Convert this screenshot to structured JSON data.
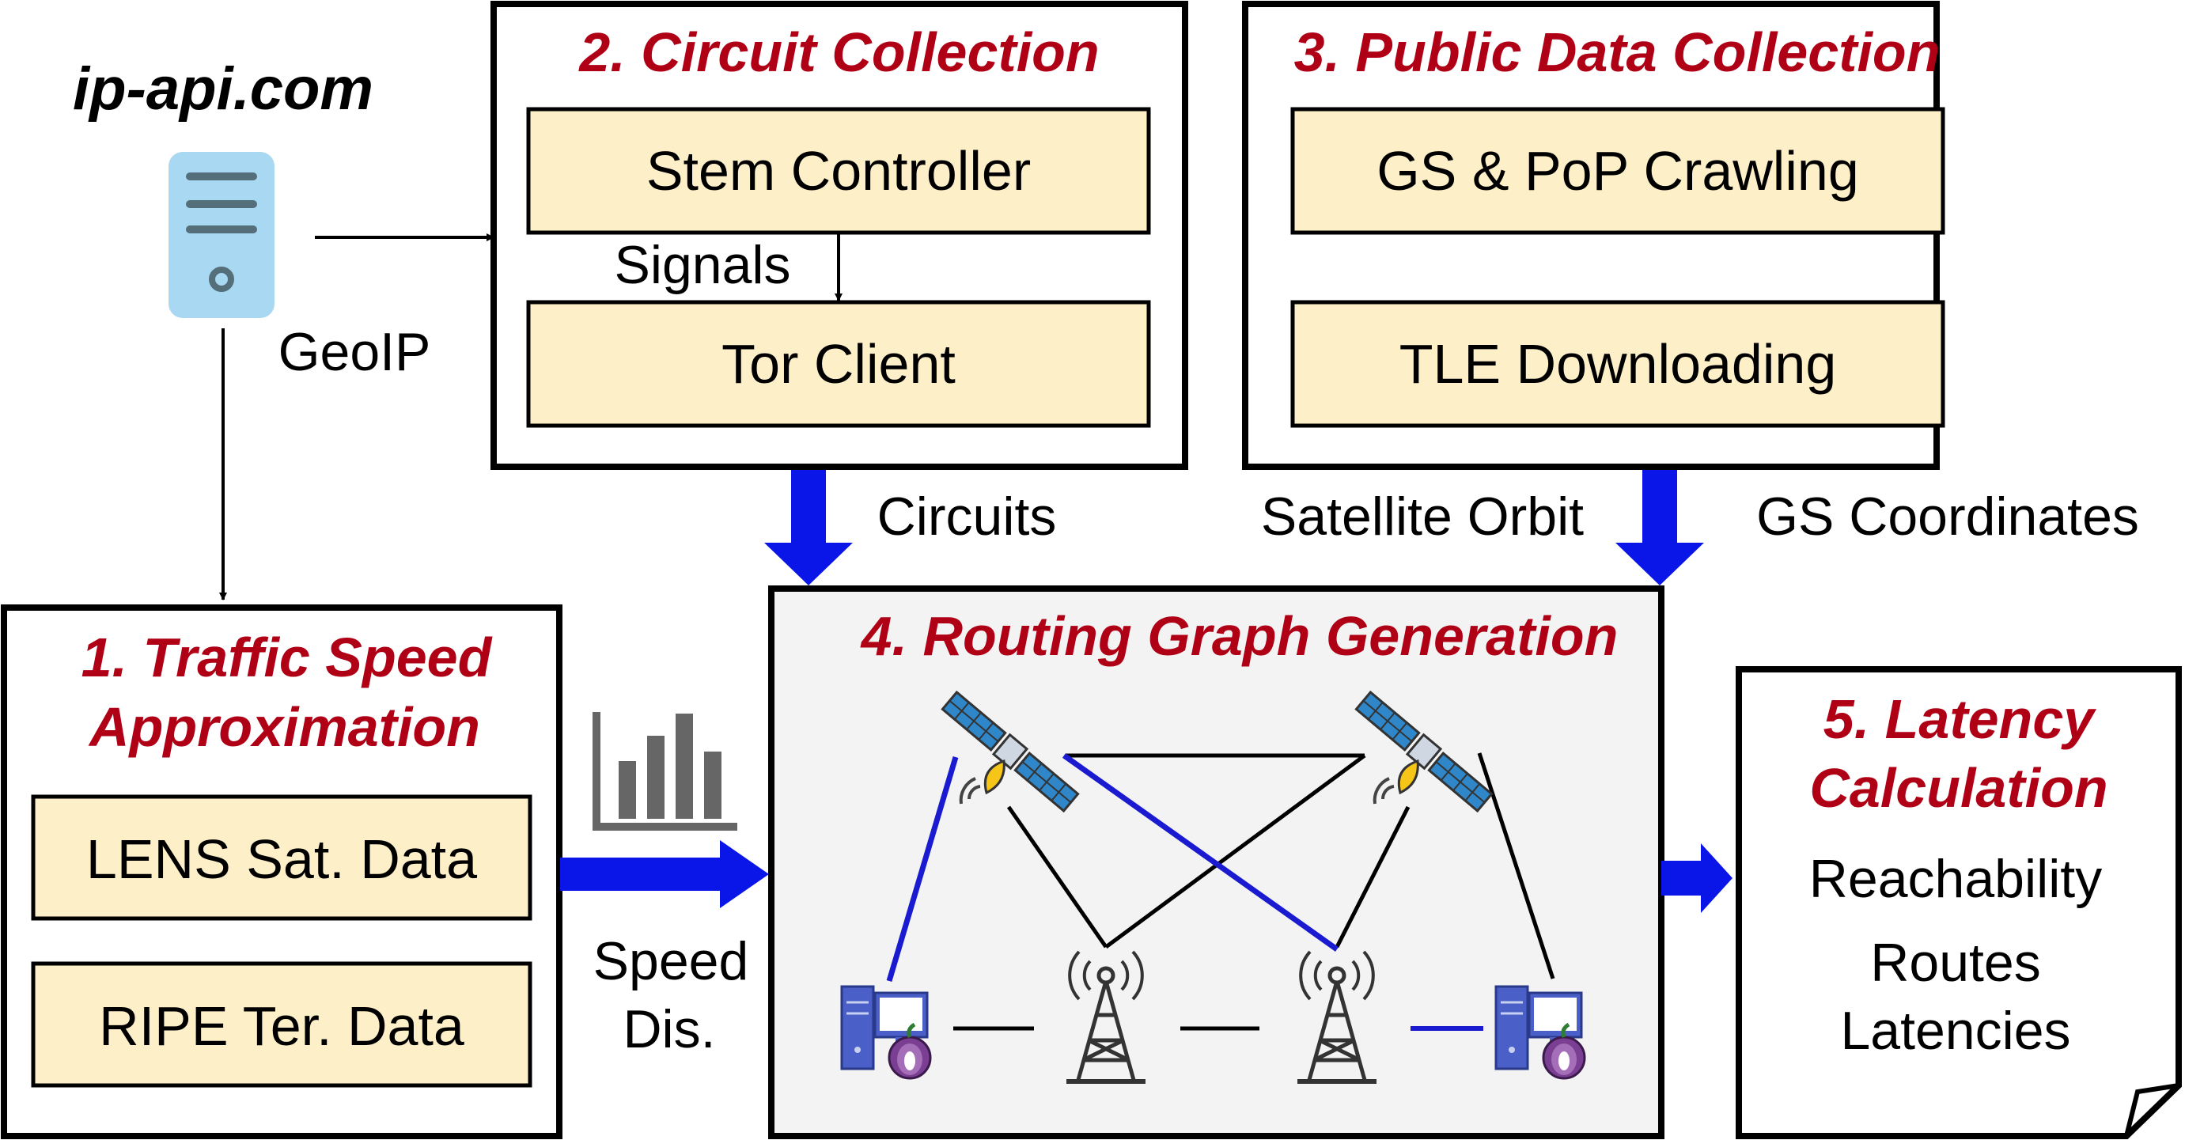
{
  "source": {
    "name": "ip-api.com",
    "icon": "server-icon"
  },
  "labels": {
    "geoip": "GeoIP",
    "signals": "Signals",
    "circuits": "Circuits",
    "satellite_orbit": "Satellite Orbit",
    "gs_coordinates": "GS Coordinates",
    "speed_line1": "Speed",
    "speed_line2": "Dis."
  },
  "modules": {
    "traffic": {
      "title_line1": "1. Traffic Speed",
      "title_line2": "Approximation",
      "items": [
        "LENS Sat. Data",
        "RIPE Ter. Data"
      ]
    },
    "circuit": {
      "title": "2. Circuit Collection",
      "items": [
        "Stem Controller",
        "Tor Client"
      ]
    },
    "public": {
      "title": "3. Public Data Collection",
      "items": [
        "GS & PoP Crawling",
        "TLE Downloading"
      ]
    },
    "routing": {
      "title": "4. Routing Graph Generation",
      "icons": [
        "satellite-icon",
        "satellite-icon",
        "tor-server-icon",
        "ground-station-tower-icon",
        "ground-station-tower-icon",
        "tor-server-icon"
      ]
    },
    "latency": {
      "title_line1": "5. Latency",
      "title_line2": "Calculation",
      "items": [
        "Reachability",
        "Routes",
        "Latencies"
      ]
    }
  },
  "colors": {
    "title_red": "#b00016",
    "box_fill": "#fdefc7",
    "arrow_blue": "#0a16e8",
    "link_blue": "#1a1ad0",
    "graph_bg": "#f3f3f3",
    "server_blue": "#a9d8f2"
  }
}
